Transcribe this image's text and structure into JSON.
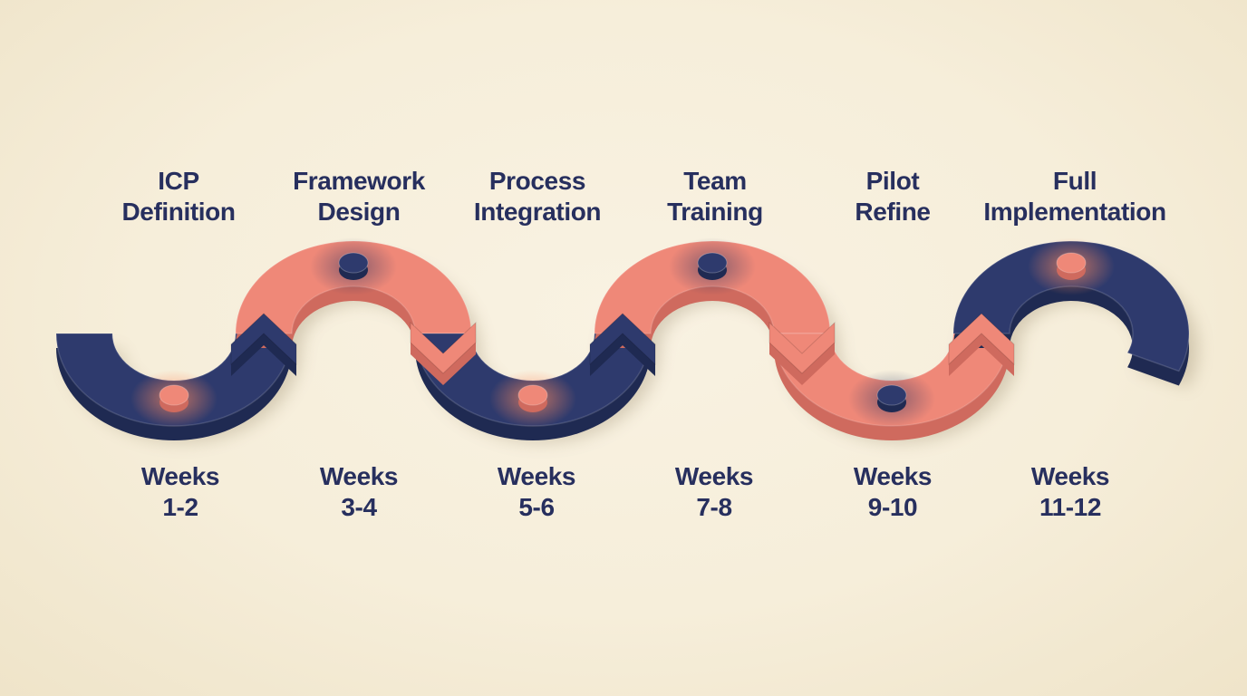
{
  "diagram_type": "roadmap-wave-timeline",
  "colors": {
    "background": "#f6eedc",
    "navy": "#2e3a6d",
    "navy_side": "#1f2a52",
    "coral": "#ef8878",
    "coral_side": "#cf6a5e",
    "text": "#272f5e",
    "coral_glow": "#ff8a5e",
    "navy_glow": "#22305f",
    "ground_shadow": "#7d6c4c"
  },
  "phases": [
    {
      "title_lines": [
        "ICP",
        "Definition"
      ],
      "weeks_lines": [
        "Weeks",
        "1-2"
      ],
      "shape": "bowl",
      "color": "navy",
      "dot": "coral"
    },
    {
      "title_lines": [
        "Framework",
        "Design"
      ],
      "weeks_lines": [
        "Weeks",
        "3-4"
      ],
      "shape": "arch",
      "color": "coral",
      "dot": "navy"
    },
    {
      "title_lines": [
        "Process",
        "Integration"
      ],
      "weeks_lines": [
        "Weeks",
        "5-6"
      ],
      "shape": "bowl",
      "color": "navy",
      "dot": "coral"
    },
    {
      "title_lines": [
        "Team",
        "Training"
      ],
      "weeks_lines": [
        "Weeks",
        "7-8"
      ],
      "shape": "arch",
      "color": "coral",
      "dot": "navy"
    },
    {
      "title_lines": [
        "Pilot",
        "Refine"
      ],
      "weeks_lines": [
        "Weeks",
        "9-10"
      ],
      "shape": "bowl",
      "color": "coral",
      "dot": "navy"
    },
    {
      "title_lines": [
        "Full",
        "Implementation"
      ],
      "weeks_lines": [
        "Weeks",
        "11-12"
      ],
      "shape": "arch",
      "color": "navy",
      "dot": "coral"
    }
  ]
}
